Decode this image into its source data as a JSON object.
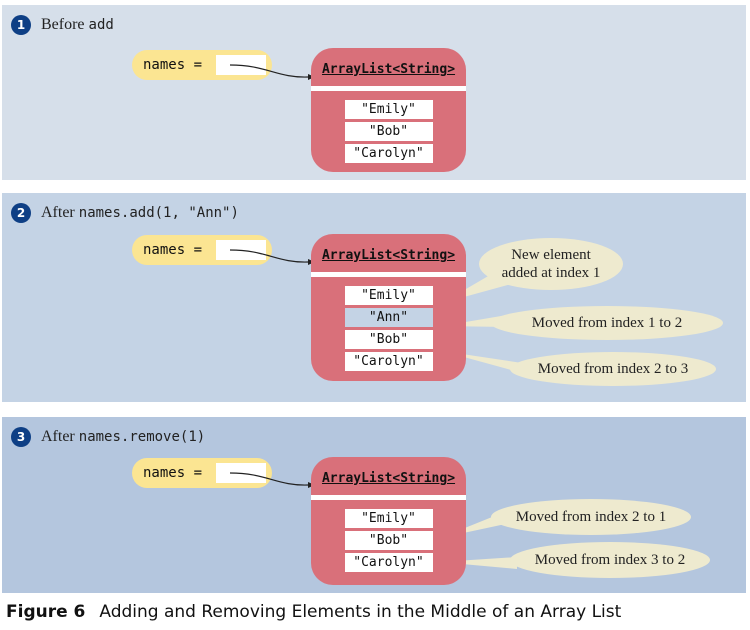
{
  "figure": {
    "label": "Figure 6",
    "title": "Adding and Removing Elements in the Middle of an Array List"
  },
  "colors": {
    "panel1_bg": "#d6dfea",
    "panel2_bg": "#c4d3e5",
    "panel3_bg": "#b4c6de",
    "step_badge": "#0e3f85",
    "variable_pill": "#fbe592",
    "object_box": "#d9707a",
    "callout": "#eeeacf",
    "highlight_cell": "#c4d3e5"
  },
  "steps": [
    {
      "number": "1",
      "title_text": "Before ",
      "title_code": "add",
      "variable": "names =",
      "object_type": "ArrayList<String>",
      "elements": [
        "\"Emily\"",
        "\"Bob\"",
        "\"Carolyn\""
      ],
      "callouts": []
    },
    {
      "number": "2",
      "title_text": "After ",
      "title_code": "names.add(1, \"Ann\")",
      "variable": "names =",
      "object_type": "ArrayList<String>",
      "elements": [
        "\"Emily\"",
        "\"Ann\"",
        "\"Bob\"",
        "\"Carolyn\""
      ],
      "highlighted_element": "\"Ann\"",
      "callouts": [
        {
          "line1": "New element",
          "line2": "added at index 1"
        },
        {
          "text": "Moved from index 1 to 2"
        },
        {
          "text": "Moved from index 2 to 3"
        }
      ]
    },
    {
      "number": "3",
      "title_text": "After ",
      "title_code": "names.remove(1)",
      "variable": "names =",
      "object_type": "ArrayList<String>",
      "elements": [
        "\"Emily\"",
        "\"Bob\"",
        "\"Carolyn\""
      ],
      "callouts": [
        {
          "text": "Moved from index 2 to 1"
        },
        {
          "text": "Moved from index 3 to 2"
        }
      ]
    }
  ]
}
